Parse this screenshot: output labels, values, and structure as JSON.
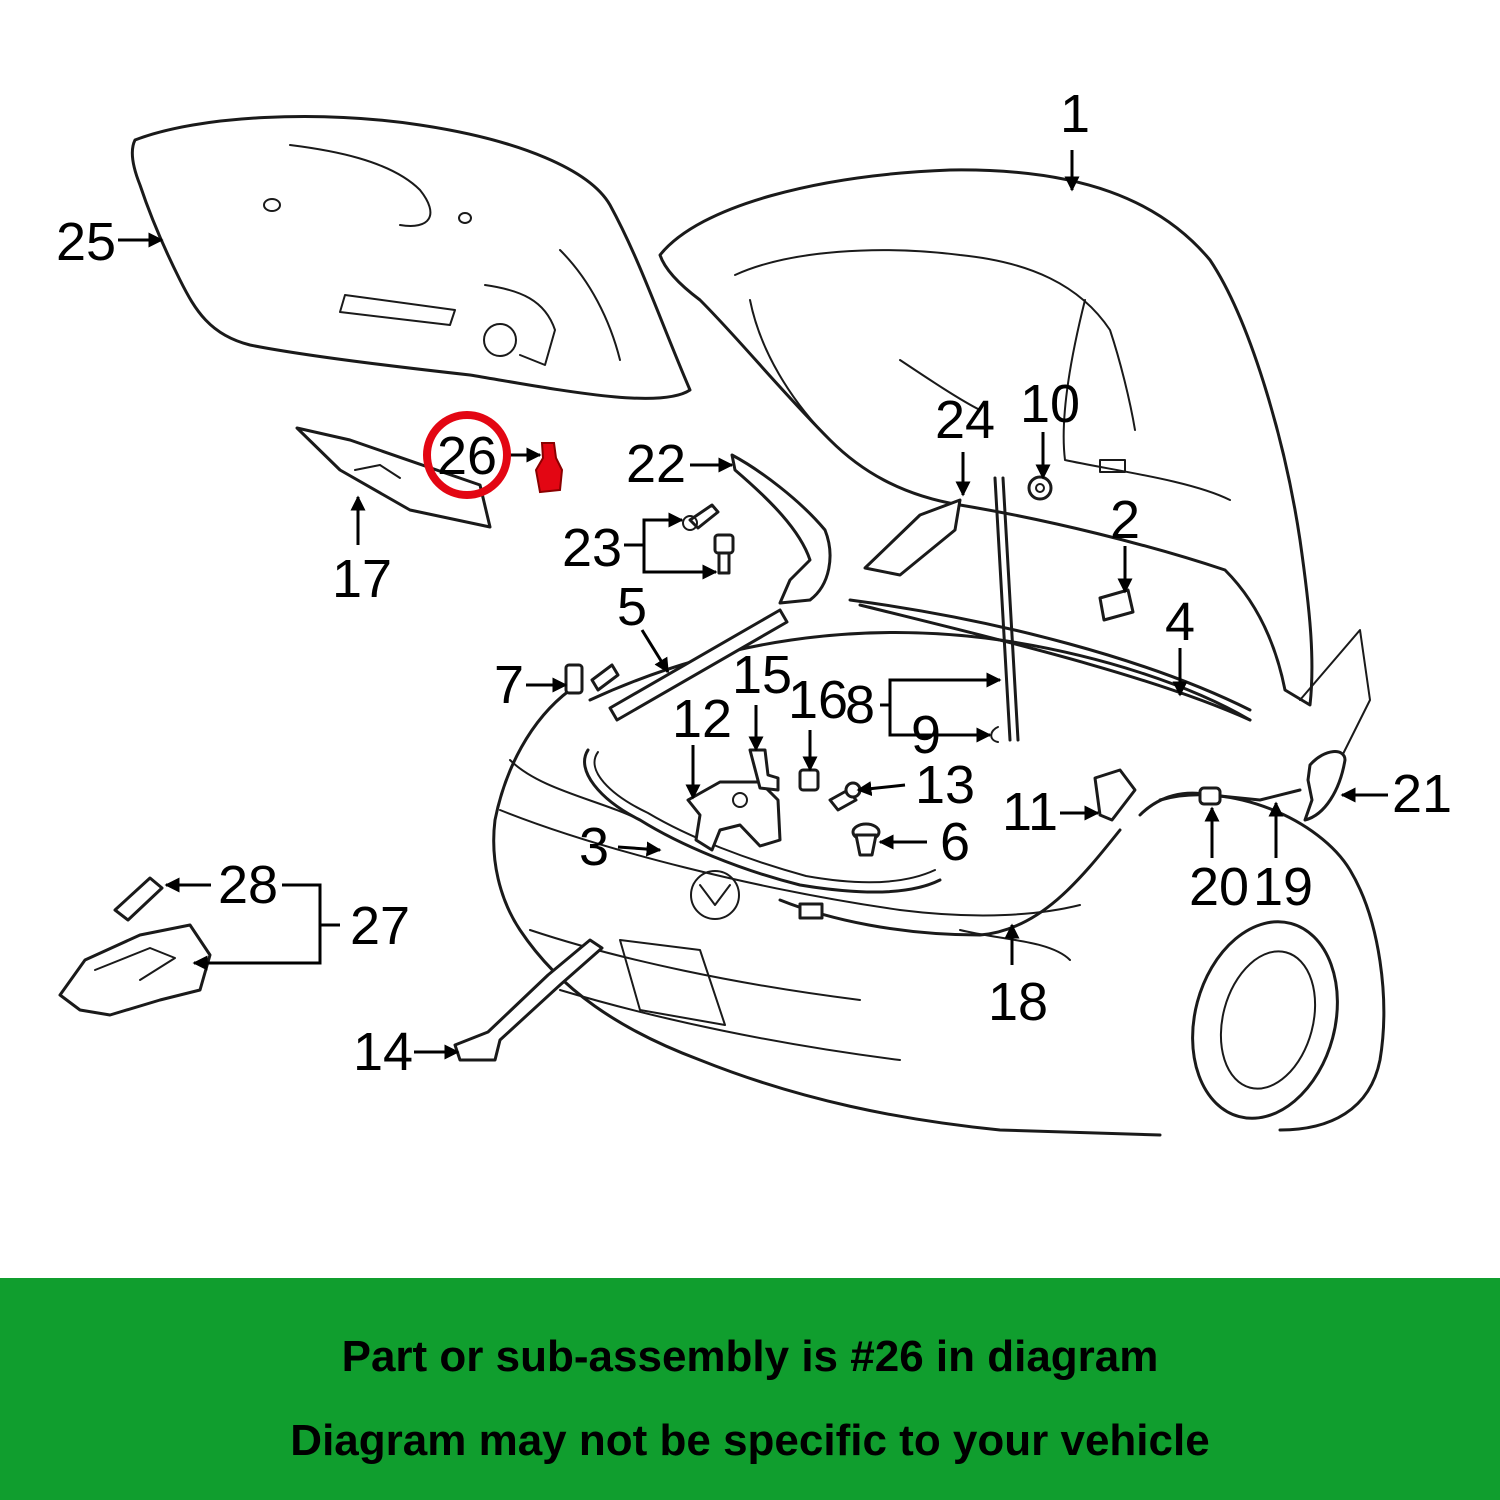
{
  "diagram": {
    "callouts": [
      "1",
      "2",
      "3",
      "4",
      "5",
      "6",
      "7",
      "8",
      "9",
      "10",
      "11",
      "12",
      "13",
      "14",
      "15",
      "16",
      "17",
      "18",
      "19",
      "20",
      "21",
      "22",
      "23",
      "24",
      "25",
      "26",
      "27",
      "28"
    ],
    "highlighted_callout": "26",
    "highlight_color": "#e30613"
  },
  "banner": {
    "line1": "Part or sub-assembly is #26 in diagram",
    "line2": "Diagram may not be specific to your vehicle",
    "background_color": "#109e2e"
  }
}
